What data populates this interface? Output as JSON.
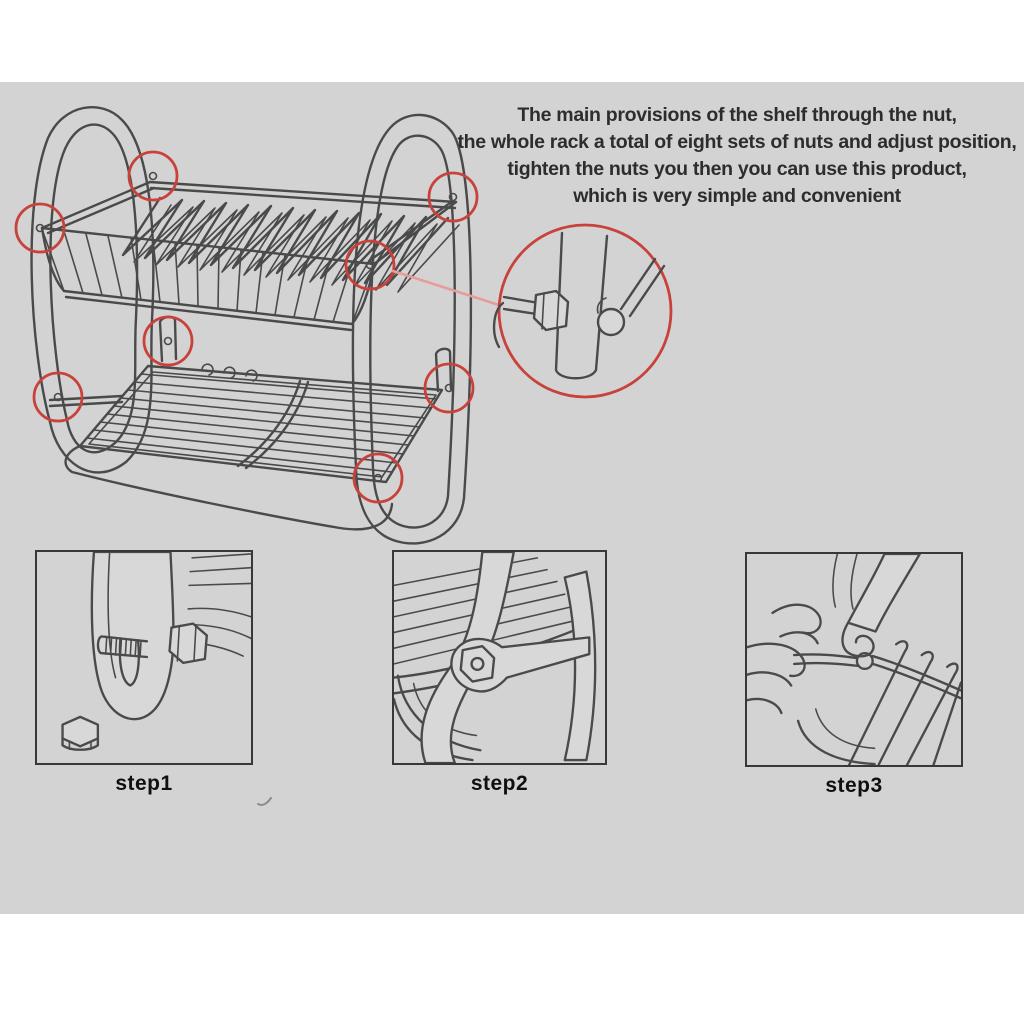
{
  "instructions": {
    "lines": [
      "The main provisions of the shelf through the nut,",
      "the whole rack a total of eight sets of nuts and adjust position,",
      "tighten the nuts you then you can use this product,",
      "which is very simple and convenient"
    ]
  },
  "steps": [
    {
      "label": "step1"
    },
    {
      "label": "step2"
    },
    {
      "label": "step3"
    }
  ],
  "colors": {
    "page_background": "#ffffff",
    "panel_background": "#d3d3d3",
    "line_art": "#4a4a4a",
    "shape_fill": "#d8d8d8",
    "highlight_red": "#c8423b",
    "leader_red": "#e59d98",
    "text": "#2d2d2d",
    "label": "#0f0f0f"
  }
}
